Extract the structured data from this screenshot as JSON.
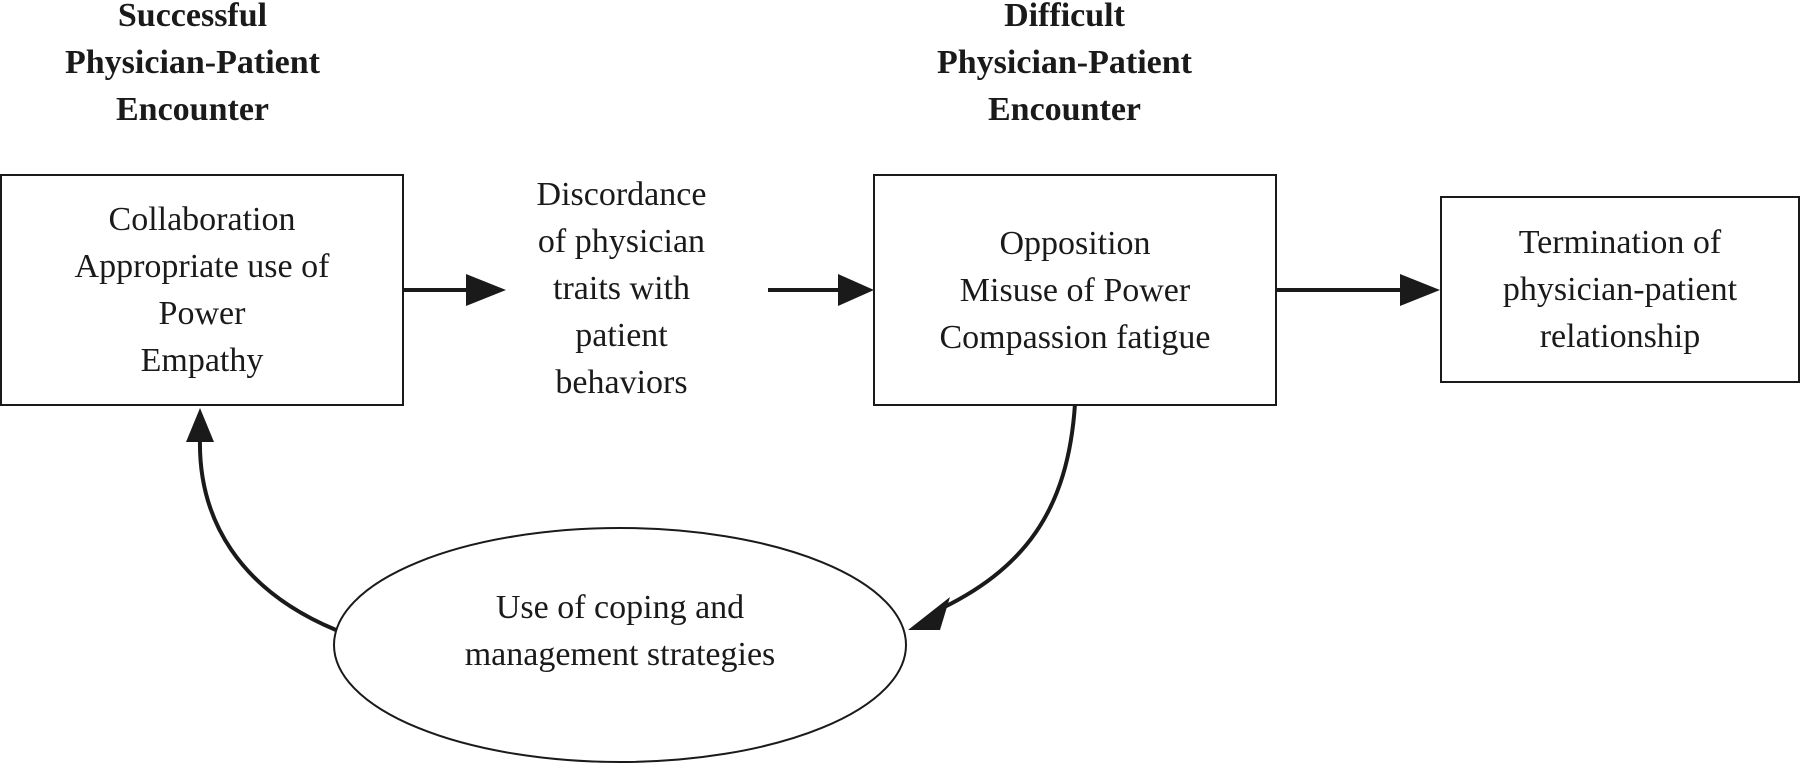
{
  "headings": {
    "successful": [
      "Successful",
      "Physician-Patient",
      "Encounter"
    ],
    "difficult": [
      "Difficult",
      "Physician-Patient",
      "Encounter"
    ]
  },
  "nodes": {
    "successful_box": [
      "Collaboration",
      "Appropriate use of",
      "Power",
      "Empathy"
    ],
    "discordance": [
      "Discordance",
      "of physician",
      "traits with",
      "patient",
      "behaviors"
    ],
    "difficult_box": [
      "Opposition",
      "Misuse of Power",
      "Compassion fatigue"
    ],
    "termination_box": [
      "Termination of",
      "physician-patient",
      "relationship"
    ],
    "coping_ellipse": [
      "Use of coping and",
      "management strategies"
    ]
  },
  "colors": {
    "stroke": "#1a1a1a",
    "background": "#ffffff"
  }
}
